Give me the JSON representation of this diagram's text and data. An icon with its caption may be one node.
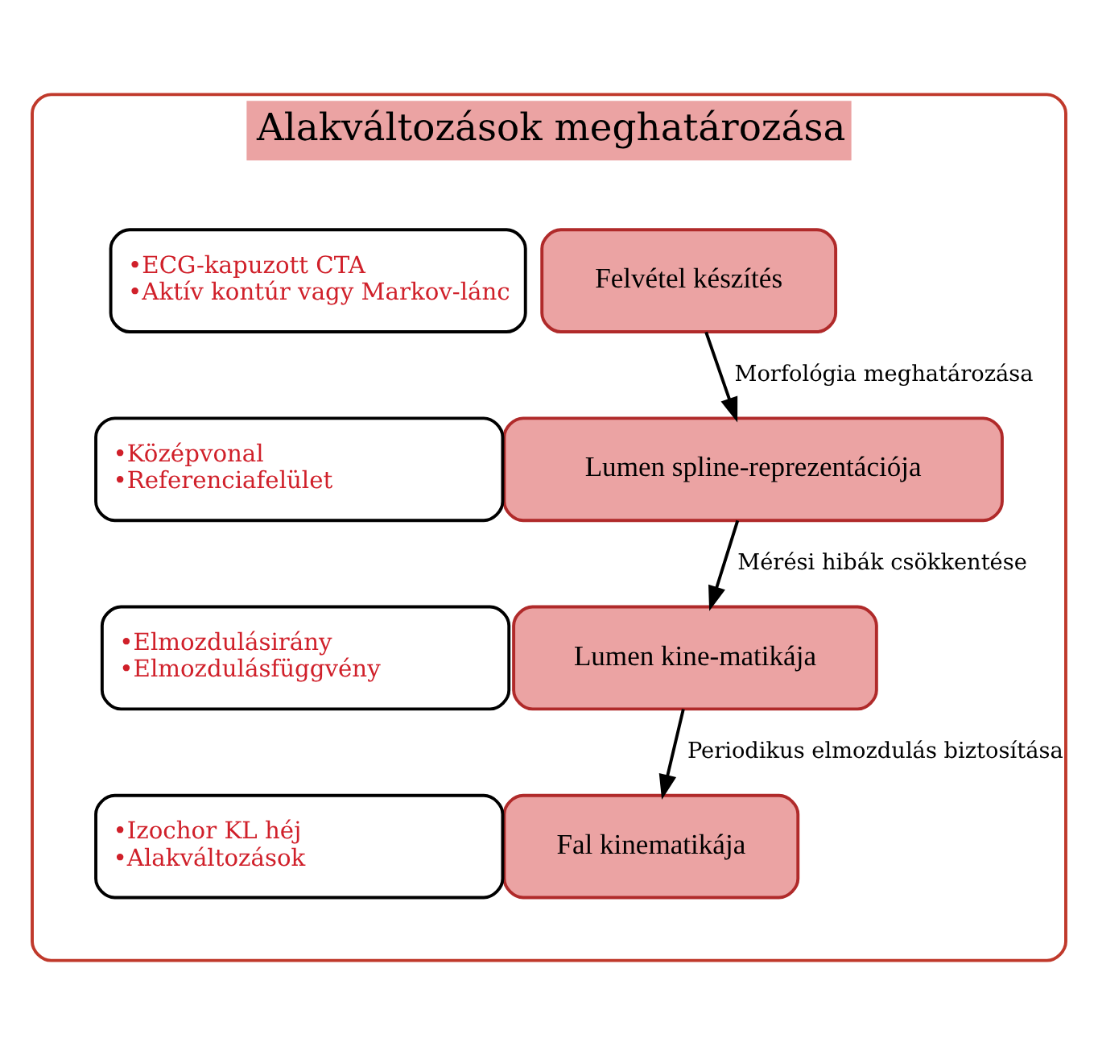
{
  "diagram": {
    "nodes": [
      {
        "text": [
          "Alakváltozások meghatározása"
        ]
      },
      {
        "text": [
          "Felvétel készítés"
        ],
        "in": 0
      },
      {
        "text": [
          "•ECG-kapuzott CTA",
          "•Aktív kontúr vagy Markov-lánc"
        ],
        "in": 0
      },
      {
        "text": [
          "Lumen spline-reprezentációja"
        ],
        "in": 0
      },
      {
        "text": [
          "•Középvonal",
          "•Referenciafelület"
        ],
        "in": 0
      },
      {
        "text": [
          "Lumen kine-matikája"
        ],
        "in": 0
      },
      {
        "text": [
          "•Elmozdulásirány",
          "•Elmozdulásfüggvény"
        ],
        "in": 0
      },
      {
        "text": [
          "Fal kinematikája"
        ],
        "in": 0
      },
      {
        "text": [
          "•Izochor KL héj",
          "•Alakváltozások"
        ],
        "in": 0
      }
    ],
    "edges": [
      {
        "from": 1,
        "to": 3,
        "arrow": "to",
        "label": "Morfológia meghatározása"
      },
      {
        "from": 3,
        "to": 5,
        "arrow": "to",
        "label": "Mérési hibák csökkentése"
      },
      {
        "from": 5,
        "to": 7,
        "arrow": "to",
        "label": "Periodikus elmozdulás biztosítása"
      }
    ]
  }
}
